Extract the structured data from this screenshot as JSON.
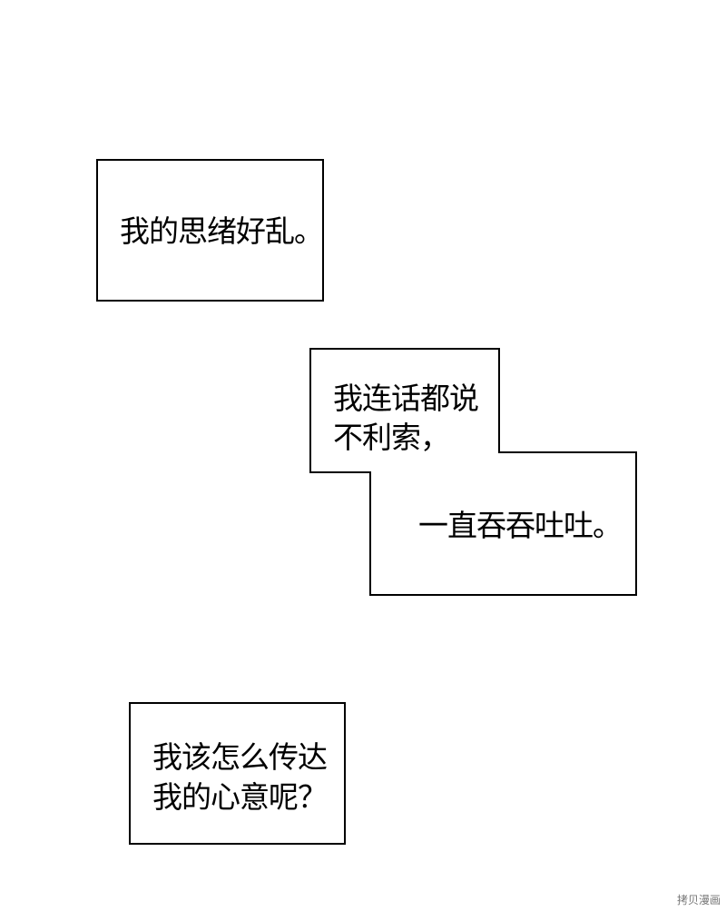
{
  "panel": {
    "caption_1": {
      "line_1": "我的思绪好乱。"
    },
    "caption_2": {
      "line_1": "我连话都说",
      "line_2": "不利索，",
      "line_3": "一直吞吞吐吐。"
    },
    "caption_3": {
      "line_1": "我该怎么传达",
      "line_2": "我的心意呢？"
    }
  },
  "watermark": {
    "text": "拷贝漫画"
  }
}
